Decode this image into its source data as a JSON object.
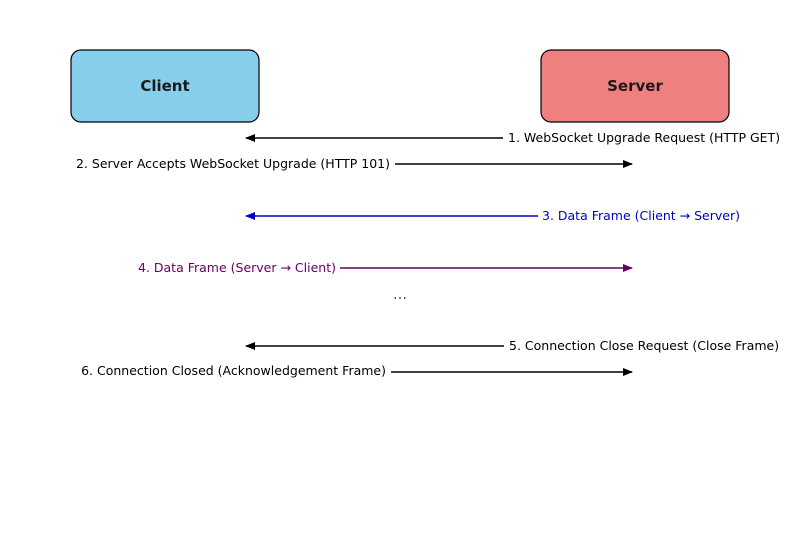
{
  "actors": {
    "client": {
      "label": "Client",
      "fill": "#87CEEB"
    },
    "server": {
      "label": "Server",
      "fill": "#F08080"
    }
  },
  "messages": [
    {
      "label": "1. WebSocket Upgrade Request (HTTP GET)",
      "direction": "server-to-client",
      "color": "#000000"
    },
    {
      "label": "2. Server Accepts WebSocket Upgrade (HTTP 101)",
      "direction": "client-to-server",
      "color": "#000000"
    },
    {
      "label": "3. Data Frame (Client → Server)",
      "direction": "server-to-client",
      "color": "#0000CD"
    },
    {
      "label": "4. Data Frame (Server → Client)",
      "direction": "client-to-server",
      "color": "#660066"
    },
    {
      "label": "5. Connection Close Request (Close Frame)",
      "direction": "server-to-client",
      "color": "#000000"
    },
    {
      "label": "6. Connection Closed (Acknowledgement Frame)",
      "direction": "client-to-server",
      "color": "#000000"
    }
  ],
  "ellipsis": "..."
}
